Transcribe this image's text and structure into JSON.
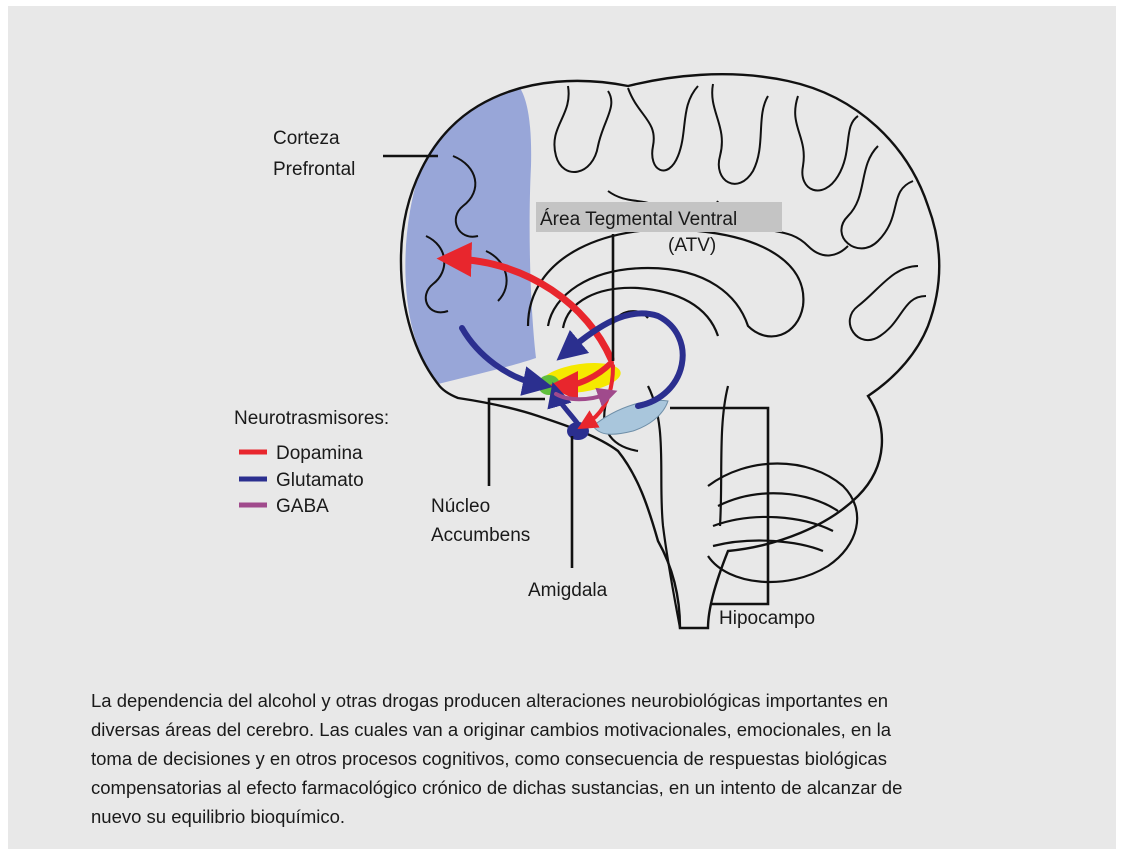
{
  "labels": {
    "prefrontal_line1": "Corteza",
    "prefrontal_line2": "Prefrontal",
    "vta_line1": "Área Tegmental Ventral",
    "vta_line2": "(ATV)",
    "accumbens_line1": "Núcleo",
    "accumbens_line2": "Accumbens",
    "amygdala": "Amigdala",
    "hippocampus": "Hipocampo"
  },
  "legend": {
    "title": "Neurotrasmisores:",
    "items": [
      {
        "label": "Dopamina",
        "color": "#e8262d"
      },
      {
        "label": "Glutamato",
        "color": "#2b2f8f"
      },
      {
        "label": "GABA",
        "color": "#a04a8c"
      }
    ]
  },
  "colors": {
    "background": "#e8e8e8",
    "prefrontal_fill": "#8f9fd6",
    "hippocampus_fill": "#a9c6dc",
    "accumbens_fill": "#5fbf3c",
    "vta_fill": "#f5e900",
    "amygdala_fill": "#2b2f8f"
  },
  "caption": {
    "lines": [
      "La dependencia del alcohol y otras drogas producen alteraciones neurobiológicas importantes en",
      "diversas áreas del cerebro. Las cuales van a originar cambios motivacionales, emocionales, en la",
      "toma de decisiones y en otros procesos cognitivos, como consecuencia de respuestas biológicas",
      "compensatorias al efecto farmacológico crónico de dichas sustancias, en un intento de alcanzar de",
      "nuevo su equilibrio  bioquímico."
    ]
  }
}
